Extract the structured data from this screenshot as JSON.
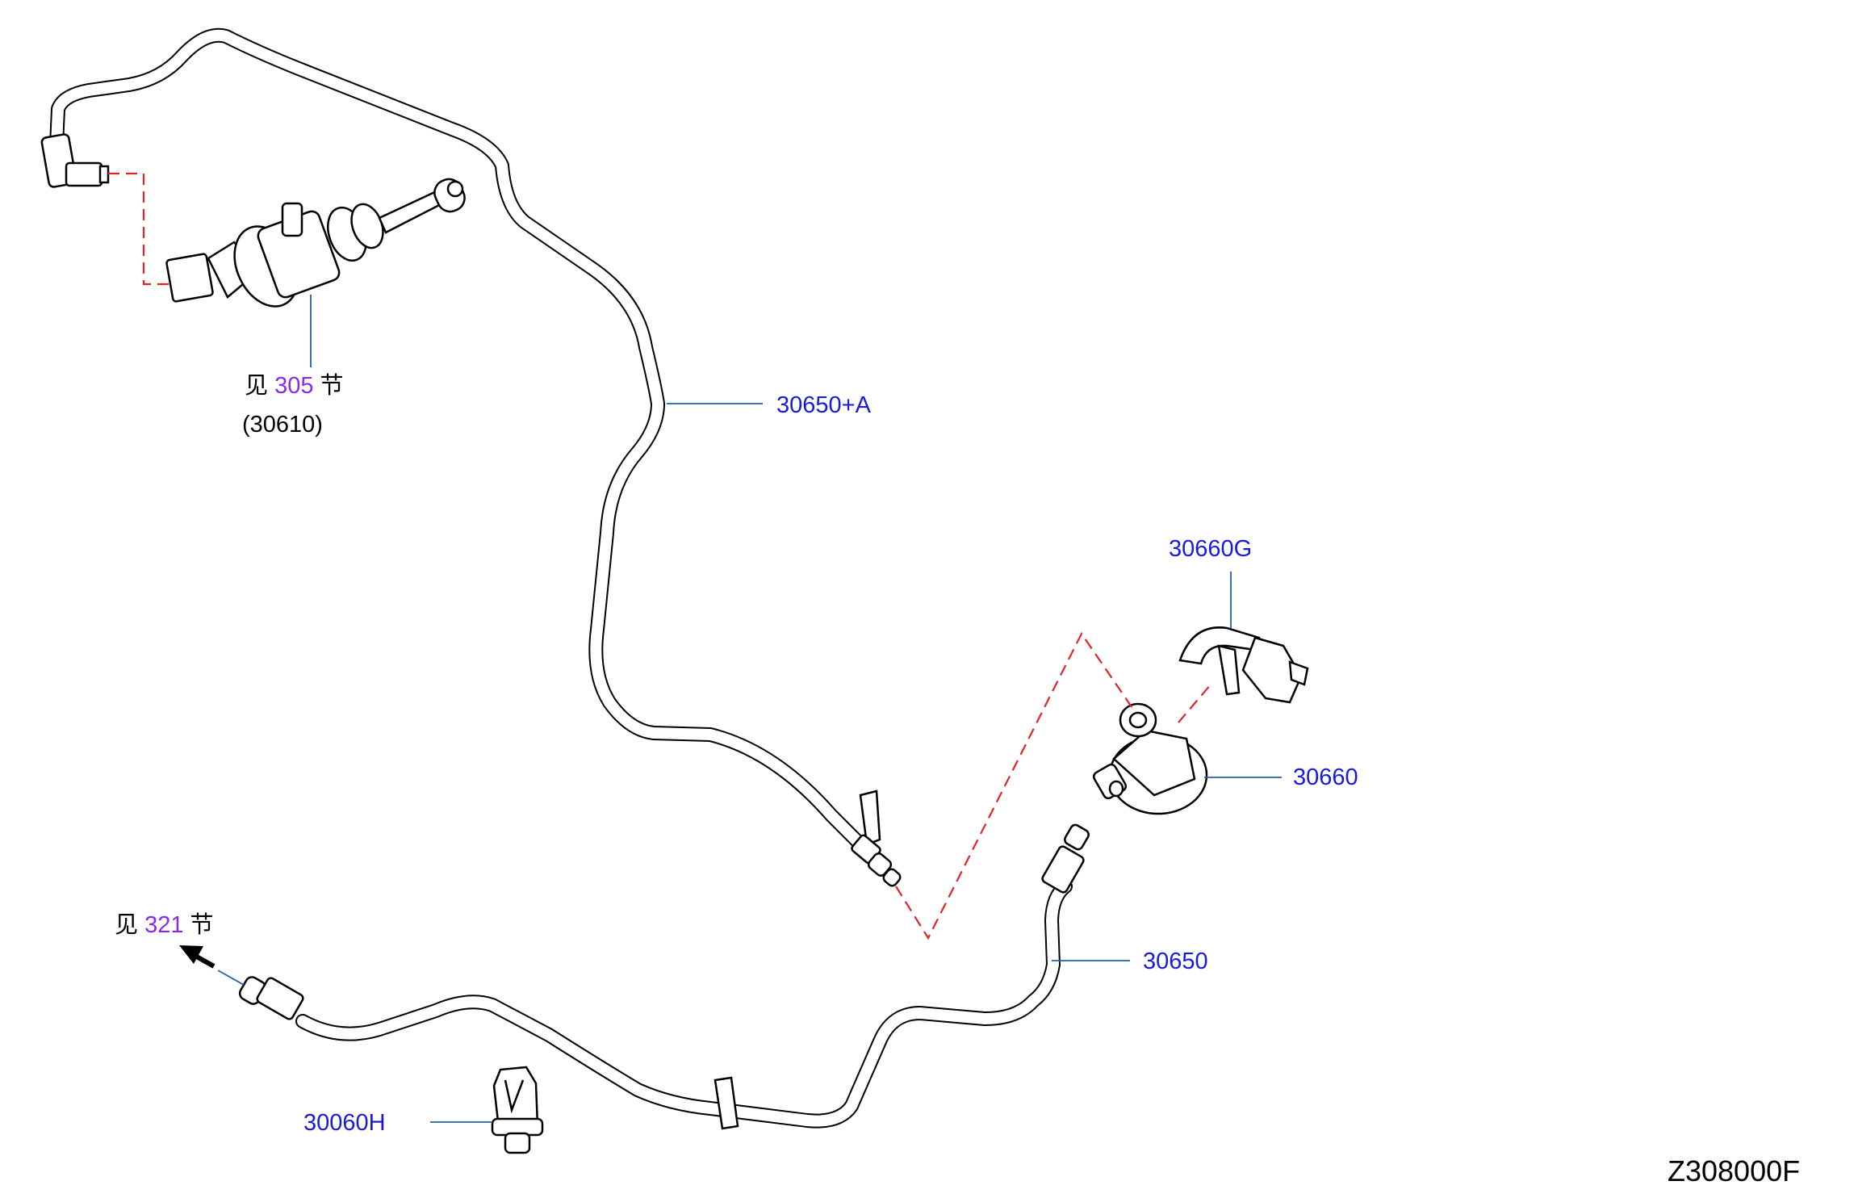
{
  "labels": {
    "hose_upper": "30650+A",
    "hose_lower": "30650",
    "bracket": "30660",
    "clip_upper": "30660G",
    "clip_lower": "30060H",
    "master_cyl_part": "(30610)",
    "ref_top": {
      "prefix": "见",
      "number": "305",
      "suffix": "节"
    },
    "ref_bottom": {
      "prefix": "见",
      "number": "321",
      "suffix": "节"
    },
    "diagram_code": "Z308000F"
  },
  "colors": {
    "part_number": "#1a1adc",
    "reference": "#8a2be2",
    "leader": "#1f5fa8",
    "dashed_connector": "#e0242a",
    "drawing": "#000000"
  },
  "icons": [
    "master-cylinder-icon",
    "arrow-icon",
    "clip-icon",
    "bracket-icon",
    "hose-icon"
  ]
}
